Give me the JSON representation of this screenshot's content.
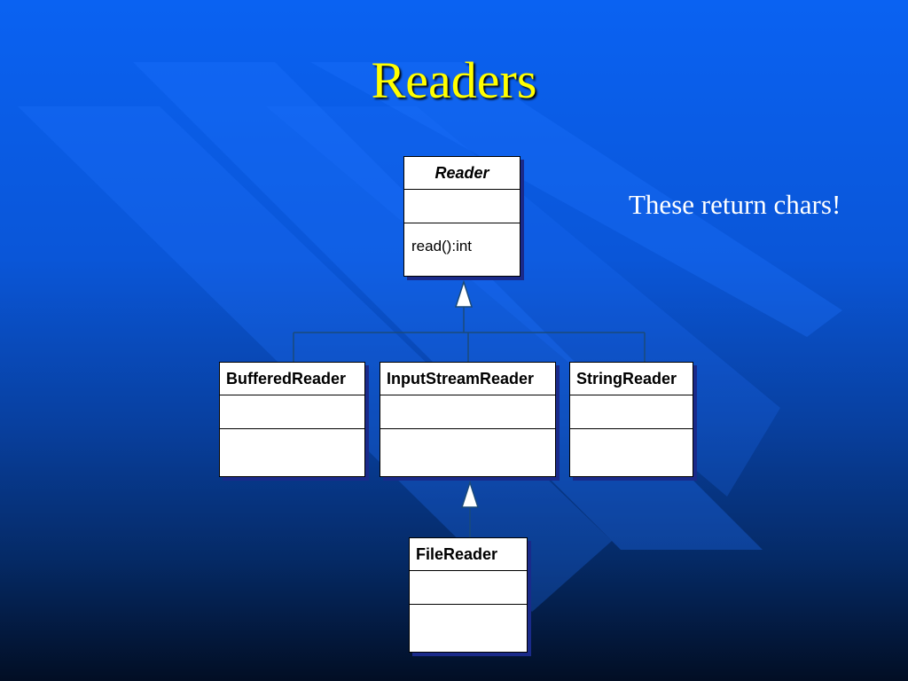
{
  "slide": {
    "title": "Readers",
    "note": "These return chars!"
  },
  "colors": {
    "title": "#ffff00",
    "note": "#ffffff",
    "connector": "#1a4a7a"
  },
  "classes": {
    "reader": {
      "name": "Reader",
      "abstract": true,
      "attributes": [],
      "operations": [
        "read():int"
      ]
    },
    "buffered_reader": {
      "name": "BufferedReader",
      "parent": "Reader",
      "attributes": [],
      "operations": []
    },
    "input_stream_reader": {
      "name": "InputStreamReader",
      "parent": "Reader",
      "attributes": [],
      "operations": []
    },
    "string_reader": {
      "name": "StringReader",
      "parent": "Reader",
      "attributes": [],
      "operations": []
    },
    "file_reader": {
      "name": "FileReader",
      "parent": "InputStreamReader",
      "attributes": [],
      "operations": []
    }
  }
}
